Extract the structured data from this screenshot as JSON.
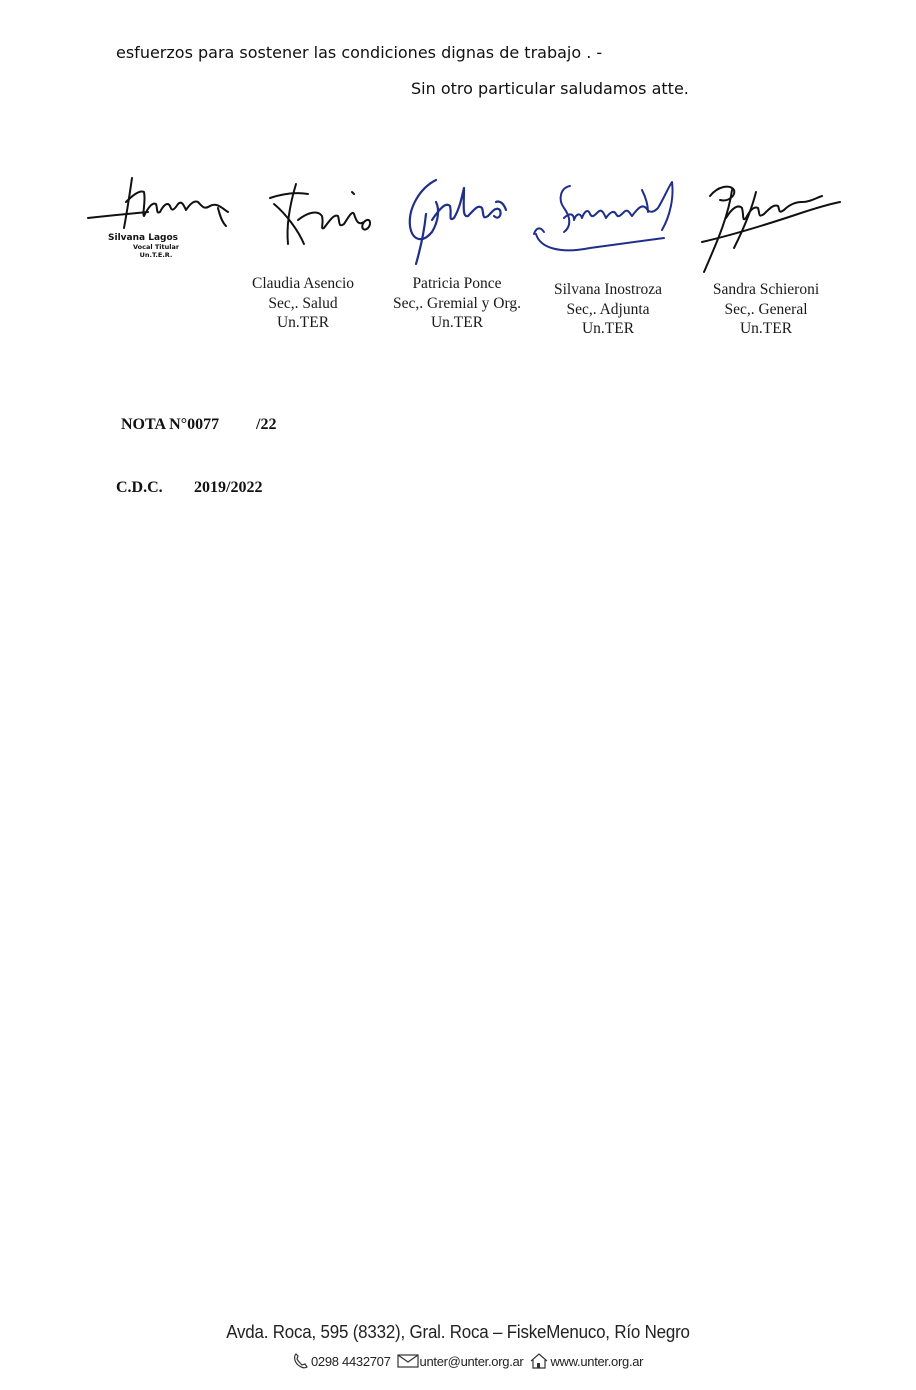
{
  "closing": {
    "line1": "esfuerzos para sostener las condiciones dignas de trabajo . -",
    "line2": "Sin otro particular saludamos atte."
  },
  "stamp": {
    "name": "Silvana Lagos",
    "role": "Vocal Titular",
    "org": "Un.T.E.R."
  },
  "signers": [
    {
      "name": "Claudia Asencio",
      "role": "Sec,. Salud",
      "org": "Un.TER"
    },
    {
      "name": "Patricia Ponce",
      "role": "Sec,. Gremial y Org.",
      "org": "Un.TER"
    },
    {
      "name": "Silvana Inostroza",
      "role": "Sec,. Adjunta",
      "org": "Un.TER"
    },
    {
      "name": "Sandra Schieroni",
      "role": "Sec,. General",
      "org": "Un.TER"
    }
  ],
  "note": {
    "label": "NOTA N°0077",
    "number": "/22",
    "cdc_label": "C.D.C.",
    "period": "2019/2022"
  },
  "footer": {
    "address": "Avda. Roca, 595 (8332), Gral. Roca – FiskeMenuco, Río Negro",
    "phone": "0298 4432707",
    "email": "unter@unter.org.ar",
    "website": "www.unter.org.ar",
    "phone_icon": "phone-icon",
    "email_icon": "envelope-icon",
    "web_icon": "house-icon"
  },
  "colors": {
    "ink_black": "#111111",
    "ink_blue": "#1f2f8a"
  }
}
